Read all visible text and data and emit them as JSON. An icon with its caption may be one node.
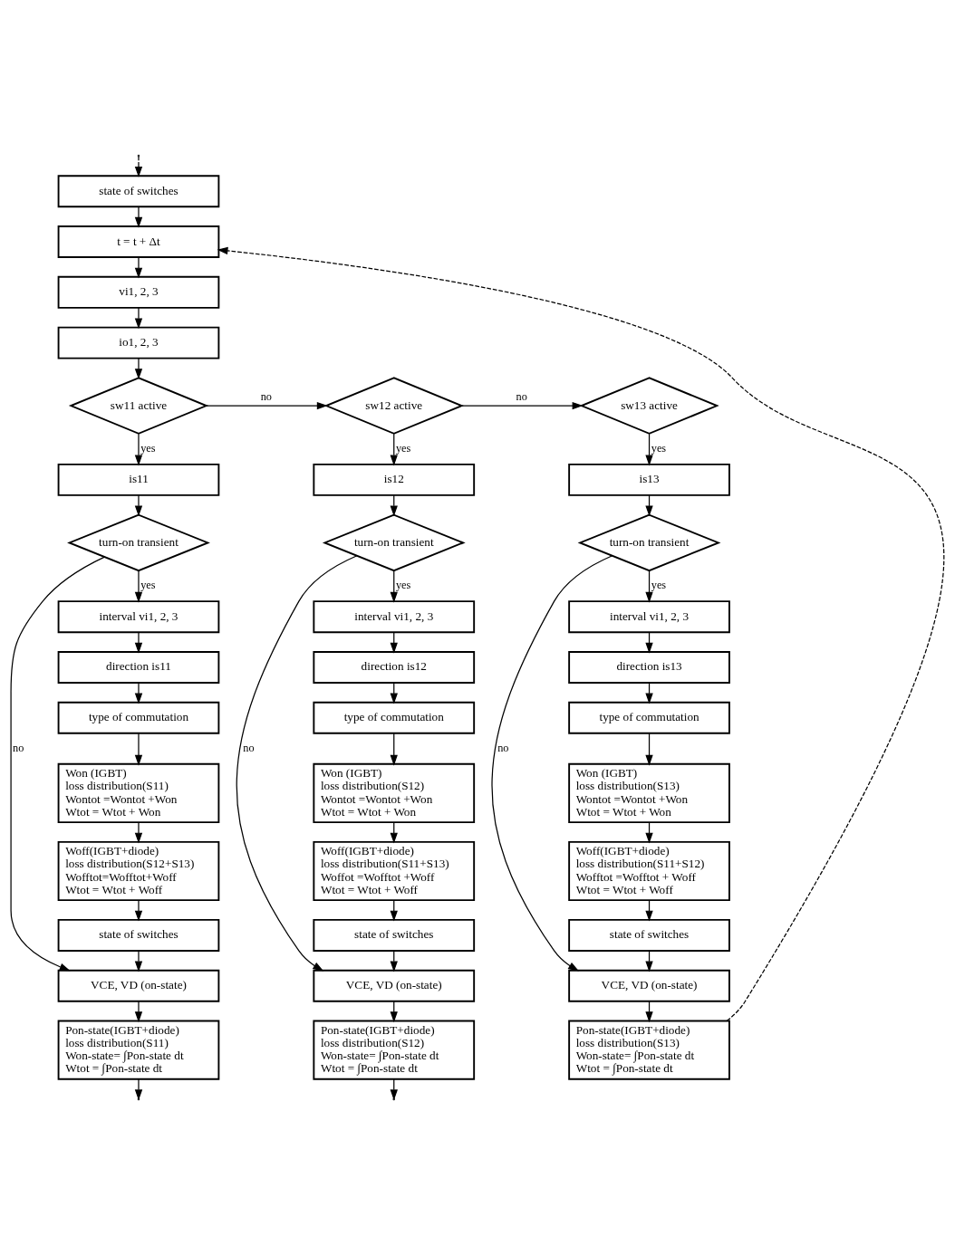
{
  "diagram": {
    "nodes": [
      {
        "text": [
          "state of switches"
        ]
      },
      {
        "text": [
          "t = t + Δt"
        ]
      },
      {
        "text": [
          "vi1, 2, 3"
        ]
      },
      {
        "text": [
          "io1, 2, 3"
        ]
      },
      {
        "text": [
          "sw11 active"
        ]
      },
      {
        "text": [
          "sw12 active"
        ]
      },
      {
        "text": [
          "sw13 active"
        ]
      },
      {
        "text": [
          "is11"
        ]
      },
      {
        "text": [
          "turn-on transient"
        ]
      },
      {
        "text": [
          "interval vi1, 2, 3"
        ]
      },
      {
        "text": [
          "direction is11"
        ]
      },
      {
        "text": [
          "type of commutation"
        ]
      },
      {
        "text": [
          "Won (IGBT)",
          "loss distribution(S11)",
          "Wontot =Wontot +Won",
          "Wtot = Wtot + Won"
        ]
      },
      {
        "text": [
          "Woff(IGBT+diode)",
          "loss distribution(S12+S13)",
          "Wofftot=Wofftot+Woff",
          "Wtot = Wtot + Woff"
        ]
      },
      {
        "text": [
          "state of switches"
        ]
      },
      {
        "text": [
          "VCE, VD (on-state)"
        ]
      },
      {
        "text": [
          "Pon-state(IGBT+diode)",
          "loss distribution(S11)",
          "Won-state= ∫Pon-state dt",
          "Wtot = ∫Pon-state dt"
        ]
      },
      {
        "text": [
          "is12"
        ]
      },
      {
        "text": [
          "turn-on transient"
        ]
      },
      {
        "text": [
          "interval vi1, 2, 3"
        ]
      },
      {
        "text": [
          "direction is12"
        ]
      },
      {
        "text": [
          "type of commutation"
        ]
      },
      {
        "text": [
          "Won (IGBT)",
          "loss distribution(S12)",
          "Wontot =Wontot +Won",
          "Wtot = Wtot + Won"
        ]
      },
      {
        "text": [
          "Woff(IGBT+diode)",
          "loss distribution(S11+S13)",
          "Woffot =Wofftot +Woff",
          "Wtot = Wtot + Woff"
        ]
      },
      {
        "text": [
          "state of switches"
        ]
      },
      {
        "text": [
          "VCE, VD (on-state)"
        ]
      },
      {
        "text": [
          "Pon-state(IGBT+diode)",
          "loss distribution(S12)",
          "Won-state= ∫Pon-state dt",
          "Wtot = ∫Pon-state dt"
        ]
      },
      {
        "text": [
          "is13"
        ]
      },
      {
        "text": [
          "turn-on transient"
        ]
      },
      {
        "text": [
          "interval vi1, 2, 3"
        ]
      },
      {
        "text": [
          "direction is13"
        ]
      },
      {
        "text": [
          "type of commutation"
        ]
      },
      {
        "text": [
          "Won (IGBT)",
          "loss distribution(S13)",
          "Wontot =Wontot +Won",
          "Wtot = Wtot + Won"
        ]
      },
      {
        "text": [
          "Woff(IGBT+diode)",
          "loss distribution(S11+S12)",
          "Wofftot =Wofftot + Woff",
          "Wtot = Wtot + Woff"
        ]
      },
      {
        "text": [
          "state of switches"
        ]
      },
      {
        "text": [
          "VCE, VD (on-state)"
        ]
      },
      {
        "text": [
          "Pon-state(IGBT+diode)",
          "loss distribution(S13)",
          "Won-state= ∫Pon-state dt",
          "Wtot = ∫Pon-state dt"
        ]
      }
    ],
    "edges": [
      {
        "from": null,
        "to": 0,
        "arrow": "to",
        "style": "dashed"
      },
      {
        "from": 0,
        "to": 1,
        "arrow": "to"
      },
      {
        "from": 1,
        "to": 2,
        "arrow": "to"
      },
      {
        "from": 2,
        "to": 3,
        "arrow": "to"
      },
      {
        "from": 3,
        "to": 4,
        "arrow": "to"
      },
      {
        "from": 4,
        "to": 5,
        "arrow": "to",
        "label": "no"
      },
      {
        "from": 5,
        "to": 6,
        "arrow": "to",
        "label": "no"
      },
      {
        "from": 4,
        "to": 7,
        "arrow": "to",
        "label": "yes"
      },
      {
        "from": 7,
        "to": 8,
        "arrow": "to"
      },
      {
        "from": 8,
        "to": 9,
        "arrow": "to",
        "label": "yes"
      },
      {
        "from": 9,
        "to": 10,
        "arrow": "to"
      },
      {
        "from": 10,
        "to": 11,
        "arrow": "to"
      },
      {
        "from": 11,
        "to": 12,
        "arrow": "to"
      },
      {
        "from": 12,
        "to": 13,
        "arrow": "to"
      },
      {
        "from": 13,
        "to": 14,
        "arrow": "to"
      },
      {
        "from": 14,
        "to": 15,
        "arrow": "to"
      },
      {
        "from": 8,
        "to": 15,
        "arrow": "to",
        "label": "no"
      },
      {
        "from": 15,
        "to": 16,
        "arrow": "to"
      },
      {
        "from": 16,
        "to": null,
        "arrow": "to"
      },
      {
        "from": 5,
        "to": 17,
        "arrow": "to",
        "label": "yes"
      },
      {
        "from": 17,
        "to": 18,
        "arrow": "to"
      },
      {
        "from": 18,
        "to": 19,
        "arrow": "to",
        "label": "yes"
      },
      {
        "from": 19,
        "to": 20,
        "arrow": "to"
      },
      {
        "from": 20,
        "to": 21,
        "arrow": "to"
      },
      {
        "from": 21,
        "to": 22,
        "arrow": "to"
      },
      {
        "from": 22,
        "to": 23,
        "arrow": "to"
      },
      {
        "from": 23,
        "to": 24,
        "arrow": "to"
      },
      {
        "from": 24,
        "to": 25,
        "arrow": "to"
      },
      {
        "from": 18,
        "to": 25,
        "arrow": "to",
        "label": "no"
      },
      {
        "from": 25,
        "to": 26,
        "arrow": "to"
      },
      {
        "from": 26,
        "to": null,
        "arrow": "to"
      },
      {
        "from": 6,
        "to": 27,
        "arrow": "to",
        "label": "yes"
      },
      {
        "from": 27,
        "to": 28,
        "arrow": "to"
      },
      {
        "from": 28,
        "to": 29,
        "arrow": "to",
        "label": "yes"
      },
      {
        "from": 29,
        "to": 30,
        "arrow": "to"
      },
      {
        "from": 30,
        "to": 31,
        "arrow": "to"
      },
      {
        "from": 31,
        "to": 32,
        "arrow": "to"
      },
      {
        "from": 32,
        "to": 33,
        "arrow": "to"
      },
      {
        "from": 33,
        "to": 34,
        "arrow": "to"
      },
      {
        "from": 34,
        "to": 35,
        "arrow": "to"
      },
      {
        "from": 28,
        "to": 35,
        "arrow": "to",
        "label": "no"
      },
      {
        "from": 35,
        "to": 36,
        "arrow": "to"
      },
      {
        "from": 36,
        "to": 1,
        "arrow": "to",
        "style": "dashed"
      }
    ]
  }
}
